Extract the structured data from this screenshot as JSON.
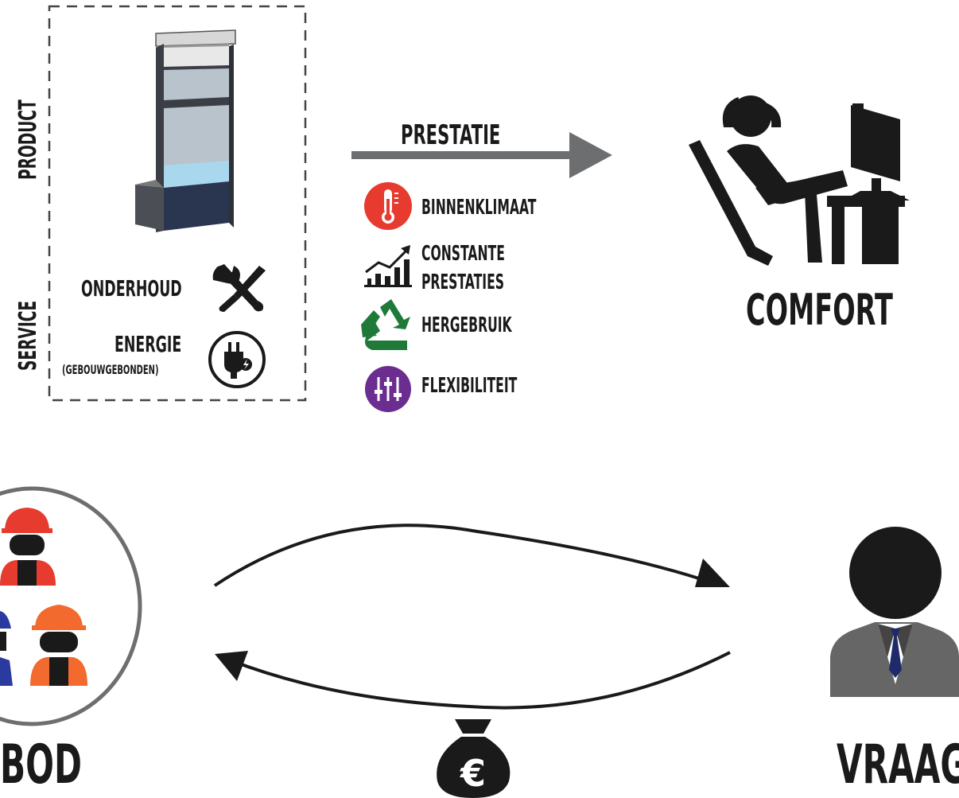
{
  "labels": {
    "product": "PRODUCT",
    "service": "SERVICE",
    "onderhoud": "ONDERHOUD",
    "energie": "ENERGIE",
    "gebouwgebonden": "(GEBOUWGEBONDEN)",
    "prestatie": "PRESTATIE",
    "comfort": "COMFORT",
    "aanbod_partial": "BOD",
    "vraag": "VRAAG"
  },
  "benefits": [
    {
      "label": "BINNENKLIMAAT",
      "icon": "thermometer-icon",
      "color": "#e63b2e"
    },
    {
      "label_line1": "CONSTANTE",
      "label_line2": "PRESTATIES",
      "icon": "rising-chart-icon",
      "color": "#1a1a1a"
    },
    {
      "label": "HERGEBRUIK",
      "icon": "recycle-icon",
      "color": "#1f7a3a"
    },
    {
      "label": "FLEXIBILITEIT",
      "icon": "sliders-icon",
      "color": "#6b2d8f"
    }
  ],
  "colors": {
    "arrow_gray": "#6d6e70",
    "ink": "#1a1a1a",
    "worker_red": "#e63b2e",
    "worker_orange": "#f26a2e",
    "worker_blue": "#2b3a9e",
    "suit_gray": "#666666",
    "tie_navy": "#1f2a6b"
  }
}
